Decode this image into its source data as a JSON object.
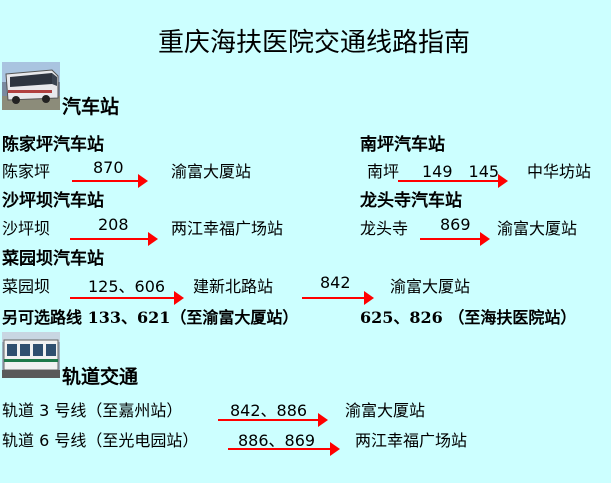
{
  "title": "重庆海扶医院交通线路指南",
  "bus": {
    "heading": "汽车站",
    "icon": "bus-icon",
    "chenjiaping": {
      "name": "陈家坪汽车站",
      "from": "陈家坪",
      "routes": "870",
      "to": "渝富大厦站"
    },
    "nanping": {
      "name": "南坪汽车站",
      "from": "南坪",
      "routes": "149　145",
      "to": "中华坊站"
    },
    "shapingba": {
      "name": "沙坪坝汽车站",
      "from": "沙坪坝",
      "routes": "208",
      "to": "两江幸福广场站"
    },
    "longtousi": {
      "name": "龙头寺汽车站",
      "from": "龙头寺",
      "routes": "869",
      "to": "渝富大厦站"
    },
    "caiyuanba": {
      "name": "菜园坝汽车站",
      "from": "菜园坝",
      "routes": "125、606",
      "via": "建新北路站",
      "routes2": "842",
      "to": "渝富大厦站"
    },
    "alt_left": "另可选路线 133、621（至渝富大厦站）",
    "alt_right": "625、826 （至海扶医院站）"
  },
  "rail": {
    "heading": "轨道交通",
    "icon": "train-icon",
    "line3": {
      "label": "轨道 3 号线（至嘉州站）",
      "routes": "842、886",
      "to": "渝富大厦站"
    },
    "line6": {
      "label": "轨道 6 号线（至光电园站）",
      "routes": "886、869",
      "to": "两江幸福广场站"
    }
  },
  "colors": {
    "background": "#ccffff",
    "arrow": "#ff0000"
  }
}
